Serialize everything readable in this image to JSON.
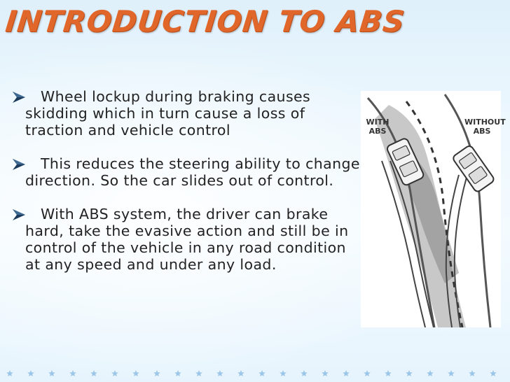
{
  "slide": {
    "title": "INTRODUCTION  TO ABS",
    "bullets": [
      {
        "text": "Wheel lockup during braking causes skidding which in turn cause a loss of traction and vehicle control"
      },
      {
        "text": "This reduces the steering ability to change direction. So the car slides out of control."
      },
      {
        "text": "With ABS system, the driver can brake hard, take the evasive action and still be in control of the vehicle in any road condition at any speed and under any load."
      }
    ],
    "figure": {
      "label_with": "WITH ABS",
      "label_without": "WITHOUT ABS"
    }
  },
  "colors": {
    "title": "#e0662a",
    "bullet_arrow": "#1b3a5c",
    "star": "#6aa6d8"
  }
}
